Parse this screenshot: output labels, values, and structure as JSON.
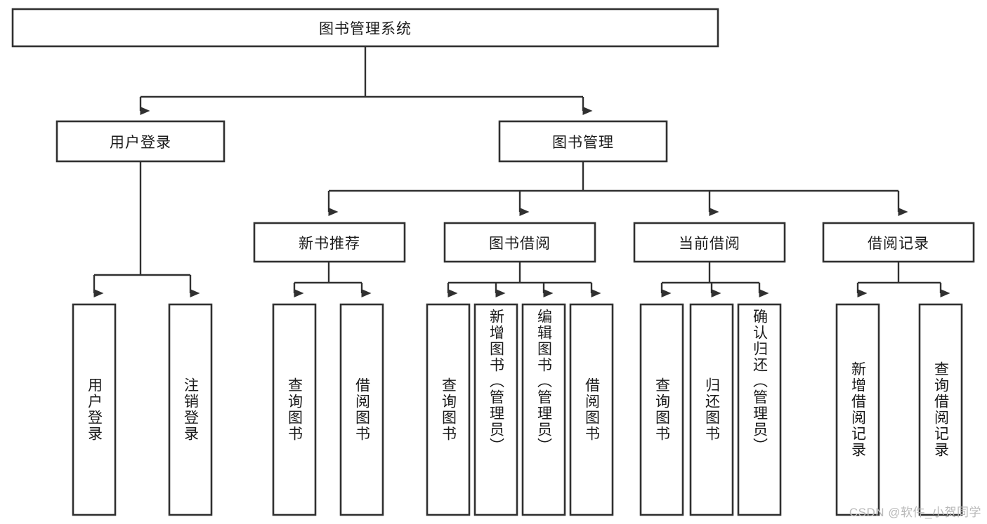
{
  "diagram": {
    "type": "tree-hierarchy",
    "title": "图书管理系统",
    "watermark": "CSDN @软件_小贺同学",
    "colors": {
      "box_fill": "#ffffff",
      "box_stroke": "#303030",
      "text": "#1b1b1b",
      "watermark": "#b9b9b9",
      "background": "#ffffff"
    },
    "root": {
      "id": "root",
      "label": "图书管理系统",
      "orientation": "horizontal"
    },
    "level2": [
      {
        "id": "user-login",
        "label": "用户登录",
        "orientation": "horizontal"
      },
      {
        "id": "book-management",
        "label": "图书管理",
        "orientation": "horizontal"
      }
    ],
    "level3": [
      {
        "id": "new-book-recommend",
        "label": "新书推荐",
        "orientation": "horizontal",
        "parent": "book-management"
      },
      {
        "id": "book-borrow",
        "label": "图书借阅",
        "orientation": "horizontal",
        "parent": "book-management"
      },
      {
        "id": "current-borrow",
        "label": "当前借阅",
        "orientation": "horizontal",
        "parent": "book-management"
      },
      {
        "id": "borrow-record",
        "label": "借阅记录",
        "orientation": "horizontal",
        "parent": "book-management"
      }
    ],
    "leaves": [
      {
        "id": "leaf-user-login",
        "label": "用户登录",
        "orientation": "vertical",
        "parent": "user-login"
      },
      {
        "id": "leaf-logout",
        "label": "注销登录",
        "orientation": "vertical",
        "parent": "user-login"
      },
      {
        "id": "leaf-query-book-1",
        "label": "查询图书",
        "orientation": "vertical",
        "parent": "new-book-recommend"
      },
      {
        "id": "leaf-borrow-book-1",
        "label": "借阅图书",
        "orientation": "vertical",
        "parent": "new-book-recommend"
      },
      {
        "id": "leaf-query-book-2",
        "label": "查询图书",
        "orientation": "vertical",
        "parent": "book-borrow"
      },
      {
        "id": "leaf-add-book",
        "label": "新增图书（管理员）",
        "orientation": "vertical",
        "parent": "book-borrow"
      },
      {
        "id": "leaf-edit-book",
        "label": "编辑图书（管理员）",
        "orientation": "vertical",
        "parent": "book-borrow"
      },
      {
        "id": "leaf-borrow-book-2",
        "label": "借阅图书",
        "orientation": "vertical",
        "parent": "book-borrow"
      },
      {
        "id": "leaf-query-book-3",
        "label": "查询图书",
        "orientation": "vertical",
        "parent": "current-borrow"
      },
      {
        "id": "leaf-return-book",
        "label": "归还图书",
        "orientation": "vertical",
        "parent": "current-borrow"
      },
      {
        "id": "leaf-confirm-return",
        "label": "确认归还（管理员）",
        "orientation": "vertical",
        "parent": "current-borrow"
      },
      {
        "id": "leaf-add-record",
        "label": "新增借阅记录",
        "orientation": "vertical",
        "parent": "borrow-record"
      },
      {
        "id": "leaf-query-record",
        "label": "查询借阅记录",
        "orientation": "vertical",
        "parent": "borrow-record"
      }
    ]
  }
}
